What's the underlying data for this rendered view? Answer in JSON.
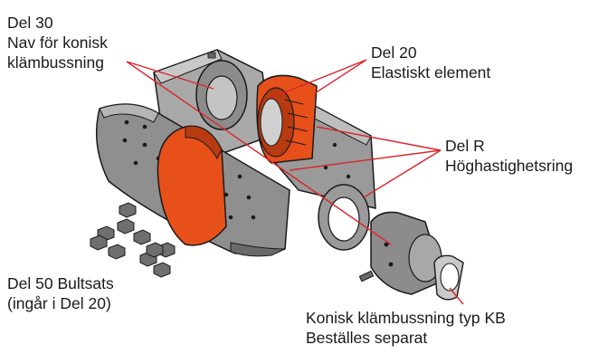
{
  "labels": {
    "del30": {
      "line1": "Del 30",
      "line2": "Nav för konisk",
      "line3": "klämbussning"
    },
    "del20": {
      "line1": "Del 20",
      "line2": "Elastiskt element"
    },
    "delR": {
      "line1": "Del R",
      "line2": "Höghastighetsring"
    },
    "del50": {
      "line1": "Del 50 Bultsats",
      "line2": "(ingår i Del 20)"
    },
    "kb": {
      "line1": "Konisk klämbussning typ KB",
      "line2": "Beställes separat"
    }
  },
  "colors": {
    "leader": "#d9262b",
    "orange": "#e8501a",
    "orange_dark": "#b83a10",
    "steel": "#8c8c8c",
    "steel_light": "#b5b5b5",
    "steel_dark": "#5a5a5a",
    "outline": "#1a1a1a"
  }
}
